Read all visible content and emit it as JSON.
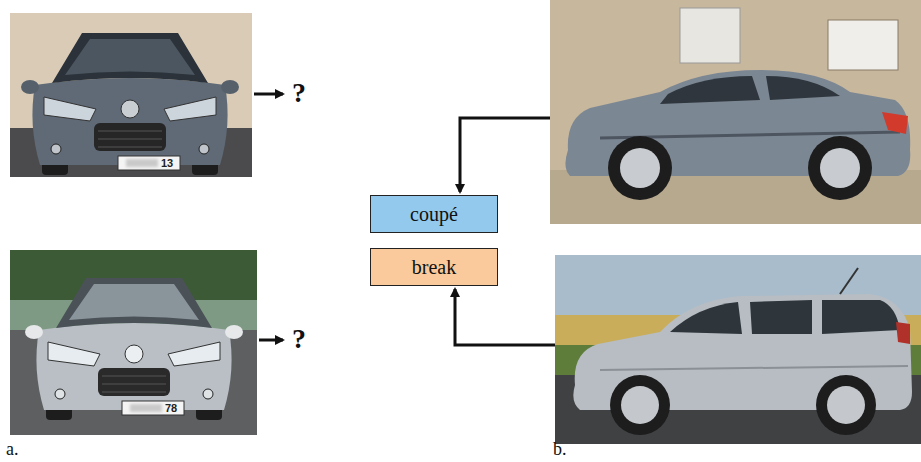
{
  "diagram": {
    "nodes": [
      {
        "text": [
          "coupé"
        ]
      },
      {
        "text": [
          "break"
        ]
      }
    ],
    "labels": [
      "13",
      "?",
      "78",
      "?",
      "a.",
      "b."
    ]
  }
}
